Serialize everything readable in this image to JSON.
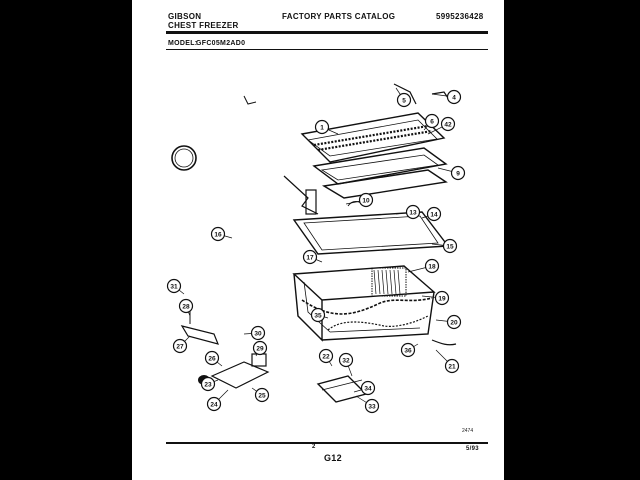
{
  "header": {
    "brand": "GIBSON",
    "product": "CHEST FREEZER",
    "catalog_title": "FACTORY PARTS CATALOG",
    "catalog_number": "5995236428",
    "model_label": "MODEL:",
    "model_number": "GFC05M2AD0"
  },
  "diagram": {
    "callouts": [
      "1",
      "4",
      "5",
      "6",
      "9",
      "10",
      "13",
      "14",
      "15",
      "16",
      "17",
      "18",
      "19",
      "20",
      "21",
      "22",
      "23",
      "24",
      "25",
      "26",
      "27",
      "28",
      "29",
      "30",
      "31",
      "32",
      "33",
      "34",
      "35",
      "36",
      "42"
    ],
    "drawing_ref": "2474"
  },
  "footer": {
    "page_number": "2",
    "page_code": "G12",
    "date": "5/93"
  },
  "colors": {
    "background": "#000000",
    "paper": "#ffffff",
    "ink": "#111111"
  }
}
